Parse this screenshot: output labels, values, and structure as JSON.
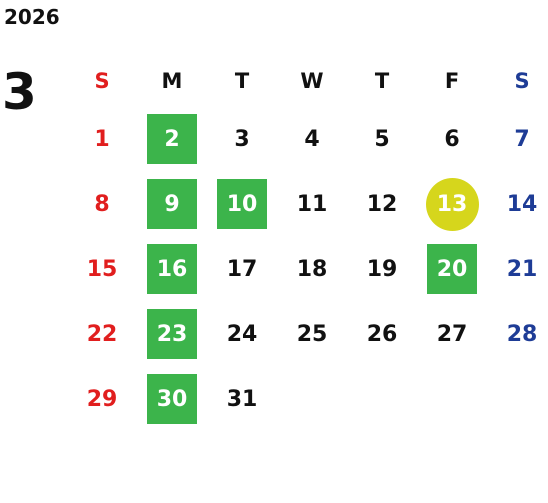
{
  "calendar": {
    "year": "2026",
    "month": "3",
    "weekday_headers": [
      "S",
      "M",
      "T",
      "W",
      "T",
      "F",
      "S"
    ],
    "weeks": [
      [
        "",
        "",
        "",
        "",
        "",
        "",
        ""
      ],
      [
        "1",
        "2",
        "3",
        "4",
        "5",
        "6",
        "7"
      ],
      [
        "8",
        "9",
        "10",
        "11",
        "12",
        "13",
        "14"
      ],
      [
        "15",
        "16",
        "17",
        "18",
        "19",
        "20",
        "21"
      ],
      [
        "22",
        "23",
        "24",
        "25",
        "26",
        "27",
        "28"
      ],
      [
        "29",
        "30",
        "31",
        "",
        "",
        "",
        ""
      ]
    ],
    "highlighted_days": [
      "2",
      "9",
      "10",
      "16",
      "20",
      "23",
      "30"
    ],
    "today": "13",
    "colors": {
      "sunday": "#e11e1e",
      "saturday": "#1e3c96",
      "highlight": "#3cb44b",
      "today": "#d6d61c"
    }
  }
}
